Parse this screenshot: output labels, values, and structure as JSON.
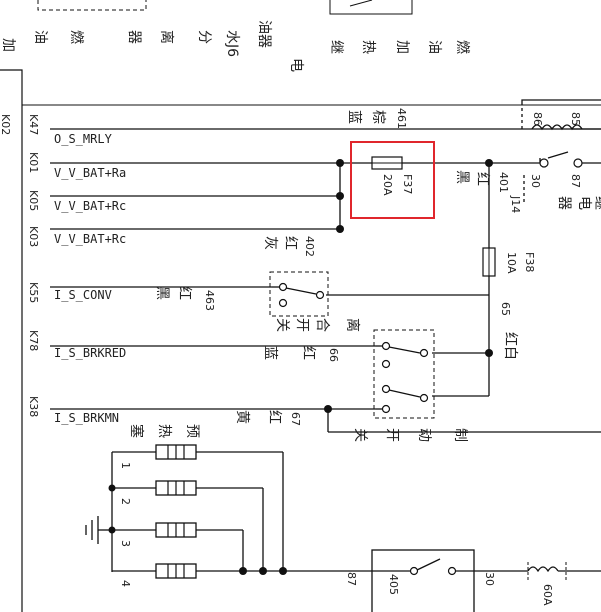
{
  "colors": {
    "line": "#111111",
    "highlight": "#e0262c",
    "text": "#222222"
  },
  "top_labels": [
    "加",
    "油",
    "燃",
    "器",
    "离",
    "分",
    "水J6",
    "油器",
    "电",
    "继",
    "热",
    "加",
    "油",
    "燃"
  ],
  "connector_pins": [
    "K47",
    "K01",
    "K05",
    "K03",
    "K55",
    "K78",
    "K38",
    "K02"
  ],
  "signals": [
    "O_S_MRLY",
    "V_V_BAT+Ra",
    "V_V_BAT+Rc",
    "V_V_BAT+Rc",
    "I_S_CONV",
    "I_S_BRKRED",
    "I_S_BRKMN"
  ],
  "wire_colors": {
    "w461_top": "蓝",
    "w461_mid": "棕",
    "w402_a": "红",
    "w402_b": "灰",
    "w463_a": "黑",
    "w463_b": "红",
    "w66_a": "蓝",
    "w66_b": "红",
    "w67_a": "黄",
    "w67_b": "红",
    "w401_a": "黑",
    "w401_b": "红",
    "w65": "红白"
  },
  "wire_numbers": {
    "w461": "461",
    "w401": "401",
    "w402": "402",
    "w463": "463",
    "w66": "66",
    "w67": "67",
    "w65": "65",
    "w87": "87",
    "w30": "30"
  },
  "fuses": {
    "f37_name": "F37",
    "f37_rating": "20A",
    "f38_name": "F38",
    "f38_rating": "10A",
    "f60_rating": "60A"
  },
  "relay": {
    "pin86": "86",
    "pin85": "85",
    "pin30": "30",
    "pin87": "87",
    "id": "J14",
    "name_a": "电",
    "name_b": "器",
    "name_c": "继"
  },
  "switches": {
    "clutch": [
      "离",
      "合",
      "开",
      "关"
    ],
    "brake": [
      "制",
      "动",
      "开",
      "关"
    ]
  },
  "heater": {
    "label": [
      "预",
      "热",
      "塞"
    ],
    "pins": [
      "1",
      "2",
      "3",
      "4"
    ]
  },
  "box405": "405"
}
